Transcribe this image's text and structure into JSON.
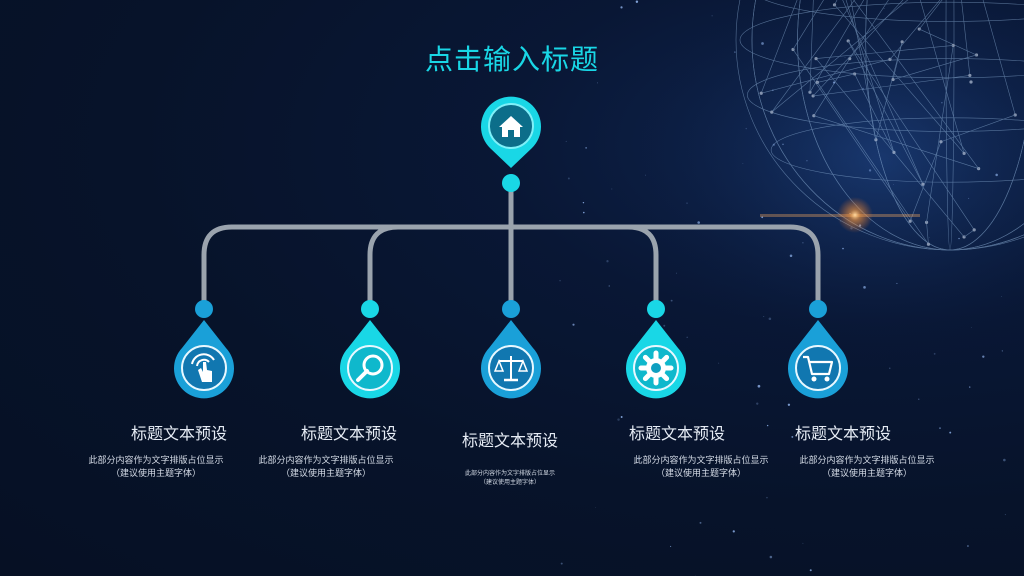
{
  "title": "点击输入标题",
  "root": {
    "icon": "home-icon"
  },
  "items": [
    {
      "title": "标题文本预设",
      "desc_line1": "此部分内容作为文字排版占位显示",
      "desc_line2": "（建议使用主题字体）",
      "icon": "touch-hand-icon",
      "accent": "#1aa0d8"
    },
    {
      "title": "标题文本预设",
      "desc_line1": "此部分内容作为文字排版占位显示",
      "desc_line2": "（建议使用主题字体）",
      "icon": "magnifier-icon",
      "accent": "#19d7e6"
    },
    {
      "title": "标题文本预设",
      "desc_line1": "此部分内容作为文字排版占位显示",
      "desc_line2": "（建议使用主题字体）",
      "icon": "scales-icon",
      "accent": "#1aa0d8"
    },
    {
      "title": "标题文本预设",
      "desc_line1": "此部分内容作为文字排版占位显示",
      "desc_line2": "（建议使用主题字体）",
      "icon": "gear-icon",
      "accent": "#19d7e6"
    },
    {
      "title": "标题文本预设",
      "desc_line1": "此部分内容作为文字排版占位显示",
      "desc_line2": "（建议使用主题字体）",
      "icon": "shopping-cart-icon",
      "accent": "#1aa0d8"
    }
  ],
  "colors": {
    "background": "#07132a",
    "accent_cyan": "#19d7e6",
    "accent_blue": "#1aa0d8",
    "connector": "#9aa3ad"
  }
}
